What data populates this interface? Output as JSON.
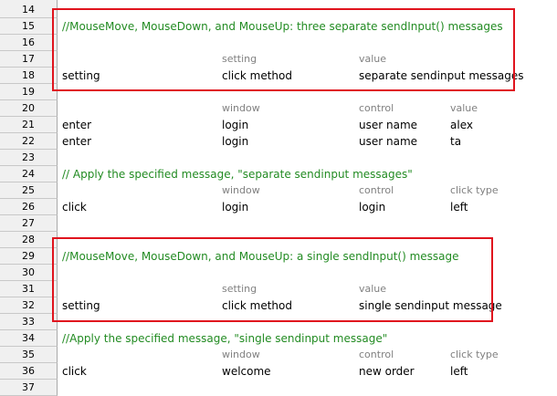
{
  "rows": [
    {
      "num": "14",
      "cells": [
        "",
        "",
        "",
        ""
      ],
      "kind": "blank"
    },
    {
      "num": "15",
      "cells": [
        "//MouseMove, MouseDown, and MouseUp: three separate sendInput() messages",
        "",
        "",
        ""
      ],
      "kind": "comment"
    },
    {
      "num": "16",
      "cells": [
        "",
        "",
        "",
        ""
      ],
      "kind": "blank"
    },
    {
      "num": "17",
      "cells": [
        "",
        "setting",
        "value",
        ""
      ],
      "kind": "header"
    },
    {
      "num": "18",
      "cells": [
        "setting",
        "click method",
        "separate sendinput messages",
        ""
      ],
      "kind": "data"
    },
    {
      "num": "19",
      "cells": [
        "",
        "",
        "",
        ""
      ],
      "kind": "blank"
    },
    {
      "num": "20",
      "cells": [
        "",
        "window",
        "control",
        "value"
      ],
      "kind": "header"
    },
    {
      "num": "21",
      "cells": [
        "enter",
        "login",
        "user name",
        "alex"
      ],
      "kind": "data"
    },
    {
      "num": "22",
      "cells": [
        "enter",
        "login",
        "user name",
        "ta"
      ],
      "kind": "data"
    },
    {
      "num": "23",
      "cells": [
        "",
        "",
        "",
        ""
      ],
      "kind": "blank"
    },
    {
      "num": "24",
      "cells": [
        "// Apply the specified message, \"separate sendinput messages\"",
        "",
        "",
        ""
      ],
      "kind": "comment"
    },
    {
      "num": "25",
      "cells": [
        "",
        "window",
        "control",
        "click type"
      ],
      "kind": "header"
    },
    {
      "num": "26",
      "cells": [
        "click",
        "login",
        "login",
        "left"
      ],
      "kind": "data"
    },
    {
      "num": "27",
      "cells": [
        "",
        "",
        "",
        ""
      ],
      "kind": "blank"
    },
    {
      "num": "28",
      "cells": [
        "",
        "",
        "",
        ""
      ],
      "kind": "blank"
    },
    {
      "num": "29",
      "cells": [
        "//MouseMove, MouseDown, and MouseUp: a single sendInput() message",
        "",
        "",
        ""
      ],
      "kind": "comment"
    },
    {
      "num": "30",
      "cells": [
        "",
        "",
        "",
        ""
      ],
      "kind": "blank"
    },
    {
      "num": "31",
      "cells": [
        "",
        "setting",
        "value",
        ""
      ],
      "kind": "header"
    },
    {
      "num": "32",
      "cells": [
        "setting",
        "click method",
        "single sendinput message",
        ""
      ],
      "kind": "data"
    },
    {
      "num": "33",
      "cells": [
        "",
        "",
        "",
        ""
      ],
      "kind": "blank"
    },
    {
      "num": "34",
      "cells": [
        "//Apply the specified message, \"single sendinput message\"",
        "",
        "",
        ""
      ],
      "kind": "comment"
    },
    {
      "num": "35",
      "cells": [
        "",
        "window",
        "control",
        "click type"
      ],
      "kind": "header"
    },
    {
      "num": "36",
      "cells": [
        "click",
        "welcome",
        "new order",
        "left"
      ],
      "kind": "data"
    },
    {
      "num": "37",
      "cells": [
        "",
        "",
        "",
        ""
      ],
      "kind": "blank"
    }
  ],
  "colors": {
    "comment": "#228b22",
    "header": "#808080",
    "highlight": "#e0141e",
    "gutter": "#f0f0f0"
  }
}
